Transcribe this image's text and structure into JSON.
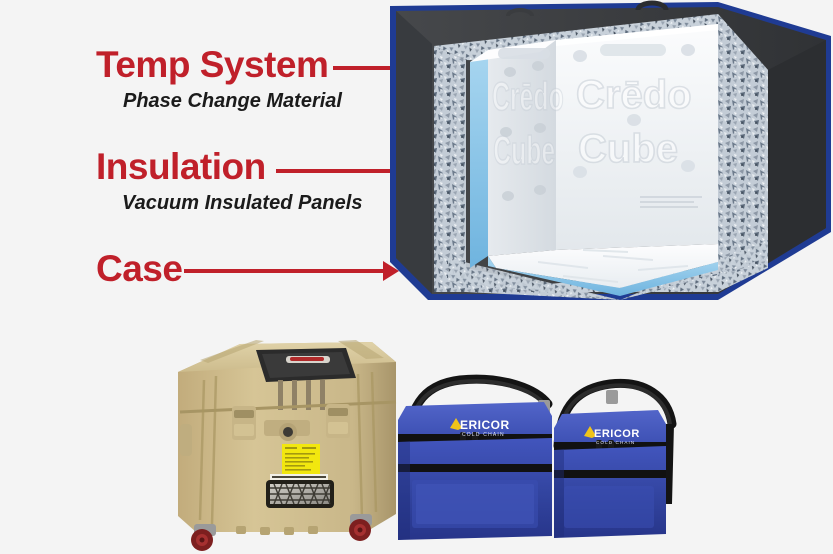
{
  "page": {
    "background_color": "#f4f4f4",
    "accent_color": "#c0202a",
    "label_text_color": "#1b1b1b"
  },
  "callouts": [
    {
      "id": "temp-system",
      "title": "Temp System",
      "subtitle": "Phase Change Material",
      "arrow": "points-right-to-white-pcm-panel"
    },
    {
      "id": "insulation",
      "title": "Insulation",
      "subtitle": "Vacuum Insulated Panels",
      "arrow": "points-right-to-speckled-vip-layer"
    },
    {
      "id": "case",
      "title": "Case",
      "subtitle": "",
      "arrow": "points-right-to-outer-case-wall"
    }
  ],
  "cube_diagram": {
    "name": "credo-cube-cutaway",
    "embossed_brand_line1": "Crēdo",
    "embossed_brand_line2": "Cube",
    "layers": [
      {
        "name": "outer-case-trim",
        "color": "#1f3b93",
        "label": "Case"
      },
      {
        "name": "case-foam-wall",
        "color": "#3a3c3f",
        "label": "Case"
      },
      {
        "name": "vacuum-insulated-panel",
        "color": "#b9c2cc",
        "label": "Insulation"
      },
      {
        "name": "pcm-panel-edge",
        "color": "#8cc6ea",
        "label": "Temp System"
      },
      {
        "name": "pcm-panel-face",
        "color": "#f2f4f6",
        "label": "Temp System"
      }
    ]
  },
  "products": {
    "hard_case": {
      "name": "wheeled-hard-shipping-case",
      "body_color": "#cbb88a",
      "lid_panel_color": "#2b2b2b",
      "label_color": "#f2e70f",
      "caster_color": "#8c2222",
      "latch_count": 2,
      "caster_count": 2,
      "has_vent_grille": true,
      "has_yellow_shipping_label": true
    },
    "soft_bags": [
      {
        "name": "vericor-soft-cooler-bag-large",
        "brand": "VERICOR",
        "body_color": "#2f44a8",
        "strap_color": "#1a1a1a",
        "zipper_color": "#111111"
      },
      {
        "name": "vericor-soft-cooler-bag-small",
        "brand": "VERICOR",
        "body_color": "#2f44a8",
        "strap_color": "#1a1a1a",
        "zipper_color": "#111111"
      }
    ]
  }
}
